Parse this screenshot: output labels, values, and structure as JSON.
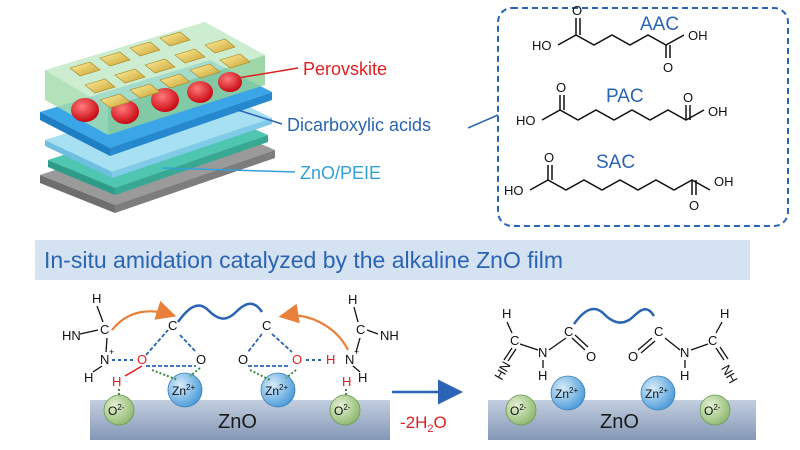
{
  "device": {
    "perovskite_label": "Perovskite",
    "acid_label": "Dicarboxylic acids",
    "etl_label": "ZnO/PEIE"
  },
  "acids_box": {
    "acids": [
      {
        "name": "AAC",
        "ho_left": "HO",
        "oh_right": "OH",
        "o_top": "O",
        "o_bottom": "O"
      },
      {
        "name": "PAC",
        "ho_left": "HO",
        "oh_right": "OH",
        "o_top": "O",
        "o_bottom": "O"
      },
      {
        "name": "SAC",
        "ho_left": "HO",
        "oh_right": "OH",
        "o_top": "O",
        "o_bottom": "O"
      }
    ]
  },
  "banner": {
    "title": "In-situ  amidation catalyzed by the alkaline ZnO film"
  },
  "reaction": {
    "substrate_label": "ZnO",
    "ion_o": "O",
    "ion_o_charge": "2-",
    "ion_zn": "Zn",
    "ion_zn_charge": "2+",
    "arrow_label_pre": "-2H",
    "arrow_label_sub": "2",
    "arrow_label_post": "O",
    "atom_h": "H",
    "atom_n": "N",
    "atom_c": "C",
    "atom_o": "O",
    "group_hn": "HN",
    "group_nh": "NH",
    "n_plus": "+",
    "colors": {
      "blue": "#2a64b4",
      "orange": "#e8803a",
      "red": "#e02020",
      "green_dot": "#3c8c3c"
    }
  }
}
